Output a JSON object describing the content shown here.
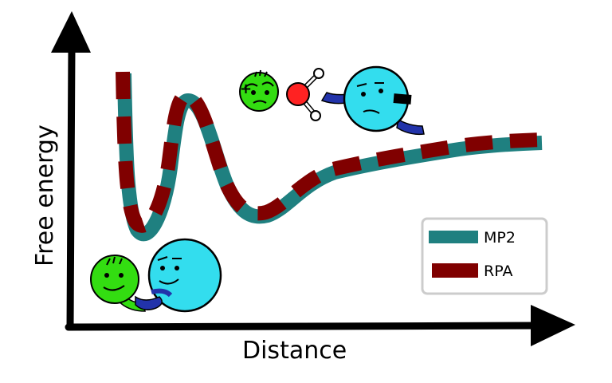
{
  "axes": {
    "x_label": "Distance",
    "y_label": "Free energy"
  },
  "legend": {
    "items": [
      {
        "label": "MP2",
        "color": "#1f8080"
      },
      {
        "label": "RPA",
        "color": "#800000"
      }
    ]
  },
  "colors": {
    "mp2": "#1f8080",
    "rpa": "#800000",
    "ion_plus": "#33dd11",
    "ion_minus": "#33ddee",
    "water_oxygen": "#ff2222",
    "hands": "#2233aa"
  },
  "icons": [
    "sodium-ion-cartoon",
    "chloride-ion-cartoon",
    "water-molecule",
    "handshake"
  ]
}
